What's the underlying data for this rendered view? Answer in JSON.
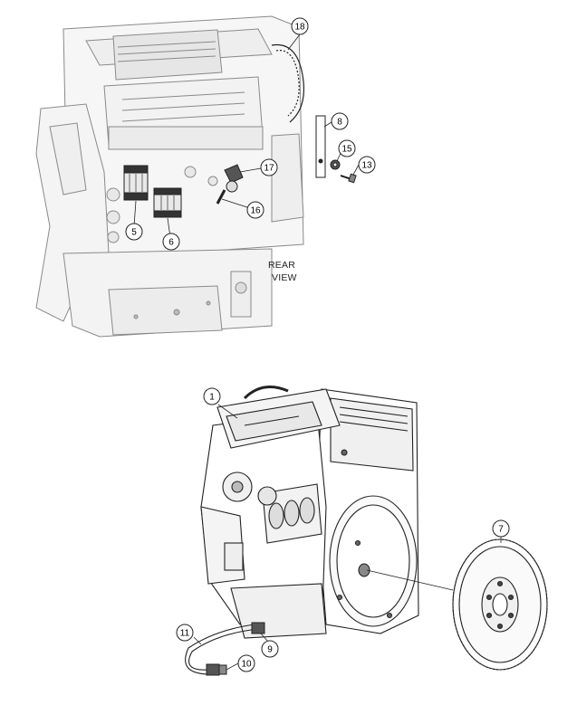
{
  "view_label": {
    "line1": "REAR",
    "line2": "VIEW"
  },
  "callouts": {
    "c1": "1",
    "c5": "5",
    "c6": "6",
    "c7": "7",
    "c8": "8",
    "c9": "9",
    "c10": "10",
    "c11": "11",
    "c13": "13",
    "c15": "15",
    "c16": "16",
    "c17": "17",
    "c18": "18"
  },
  "colors": {
    "line": "#222222",
    "gray_line": "#8a8a8a",
    "gray_fill": "#f2f2f2",
    "dark_fill": "#3a3a3a"
  },
  "icons": {
    "top_illustration": "engine-rear-view-icon",
    "bottom_illustration": "engine-assembly-icon",
    "flywheel": "flywheel-icon"
  }
}
